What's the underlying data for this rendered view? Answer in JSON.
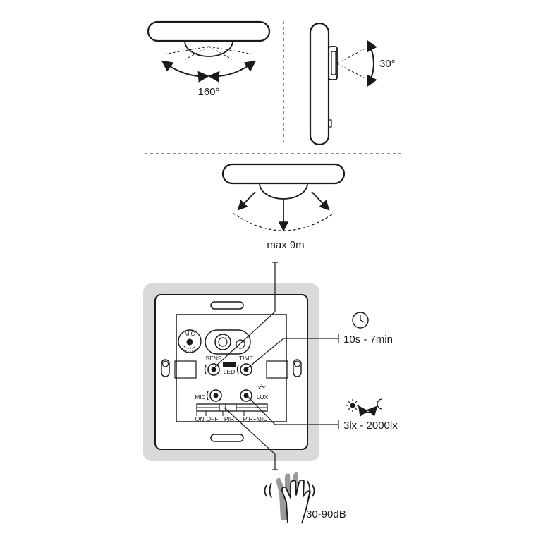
{
  "angles": {
    "horizontal": "160°",
    "vertical": "30°",
    "range": "max  9m"
  },
  "controls": {
    "mic_label": "MIC",
    "sens_label": "SENS",
    "time_label": "TIME",
    "led_label": "LED",
    "mic_knob_label": "MIC",
    "lux_label": "LUX",
    "switch_on": "ON",
    "switch_off": "OFF",
    "switch_pir": "PIR",
    "switch_pirmic": "PIR+MIC"
  },
  "specs": {
    "time": "10s - 7min",
    "lux": "3lx - 2000lx",
    "sound": "30-90dB"
  },
  "icons": [
    "clock-icon",
    "sun-moon-icon",
    "clapping-hand-icon",
    "microphone-icon"
  ],
  "colors": {
    "line": "#1a1a1a",
    "frame_gray": "#d9d9d9",
    "hand_gray": "#9a9a9a"
  }
}
